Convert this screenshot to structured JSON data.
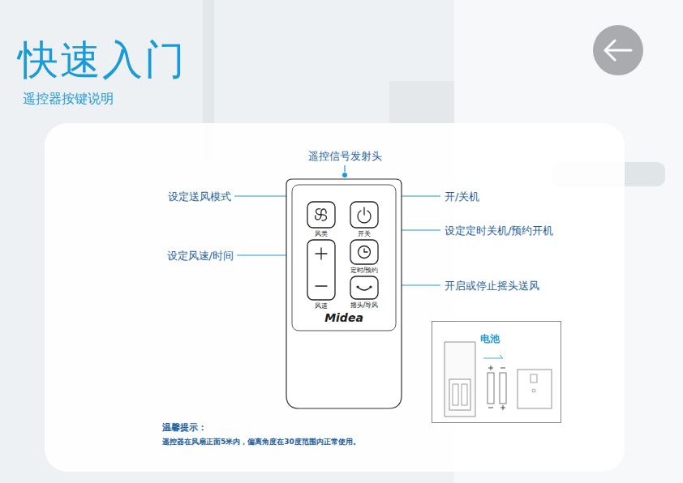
{
  "diagram": {
    "title": "快速入门",
    "nodes": [
      {
        "text": [
          "Midea"
        ]
      },
      {
        "text": [
          "风类"
        ],
        "in": 0
      },
      {
        "text": [
          "开关"
        ],
        "in": 0
      },
      {
        "text": [
          "风速"
        ],
        "in": 0
      },
      {
        "text": [
          "定时/预约"
        ],
        "in": 0
      },
      {
        "text": [
          "摇头/导风"
        ],
        "in": 0
      },
      {
        "text": [
          "电池"
        ]
      }
    ],
    "labels": [
      "遥控器按键说明",
      "遥控信号发射头",
      "设定送风模式",
      "开/关机",
      "设定定时关机/预约开机",
      "设定风速/时间",
      "开启或停止摇头送风",
      "温馨提示：",
      "遥控器在风扇正面5米内，偏离角度在30度范围内正常使用。"
    ]
  }
}
